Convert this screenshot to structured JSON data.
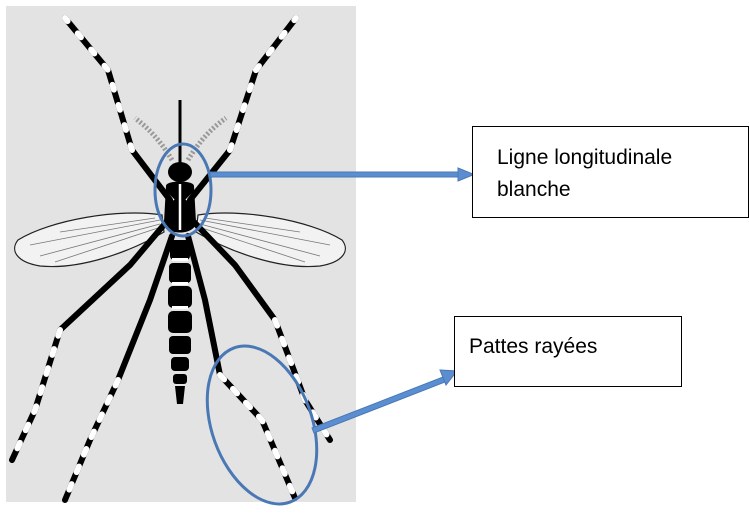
{
  "figure": {
    "labels": {
      "longitudinal_line": "Ligne longitudinale blanche",
      "striped_legs": "Pattes rayées"
    },
    "colors": {
      "background": "#e3e3e3",
      "insect": "#000000",
      "stripes": "#ffffff",
      "annotation": "#4a78b5",
      "annotation_fill": "#5b8ed1",
      "wing": "#f2f2f2",
      "wing_vein": "#555555"
    },
    "icons": [
      "mosquito-illustration",
      "callout-ellipse",
      "callout-arrow"
    ]
  }
}
